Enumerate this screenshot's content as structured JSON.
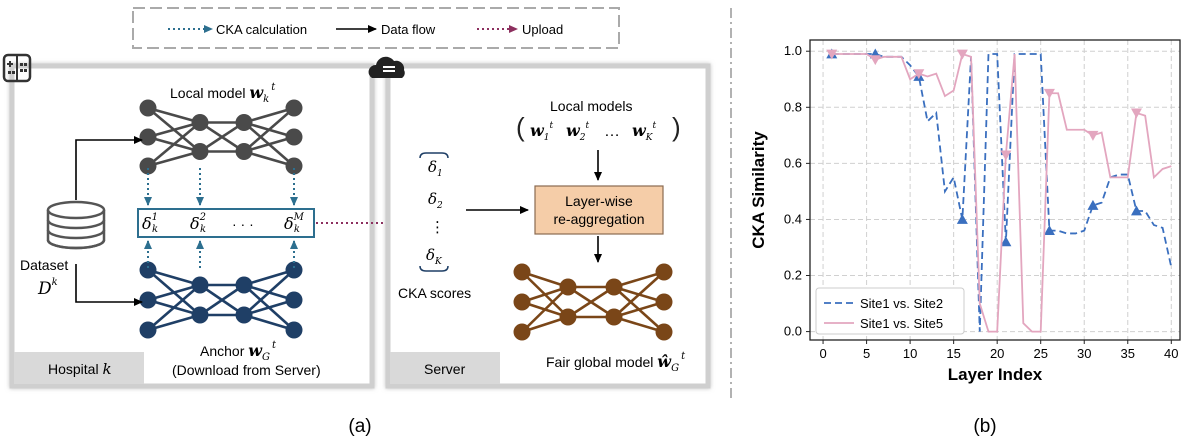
{
  "legend": {
    "cka": "CKA calculation",
    "flow": "Data flow",
    "upload": "Upload"
  },
  "hospital": {
    "local_model": "Local model",
    "local_model_sym": "w",
    "local_model_sub": "k",
    "local_model_sup": "t",
    "delta_1": "δ",
    "delta_2": "δ",
    "delta_m": "δ",
    "delta_sub": "k",
    "delta_sup_1": "1",
    "delta_sup_2": "2",
    "delta_sup_m": "M",
    "dots": "· · ·",
    "dataset_label": "Dataset",
    "dataset_sym": "D",
    "dataset_sup": "k",
    "anchor_label": "Anchor",
    "anchor_sym": "w",
    "anchor_sub": "G",
    "anchor_sup": "t",
    "download_label": "(Download from Server)",
    "tab_label": "Hospital",
    "tab_sym": "k"
  },
  "server": {
    "local_models": "Local models",
    "w1": "w",
    "w1_sub": "1",
    "w2": "w",
    "w2_sub": "2",
    "wk": "w",
    "wk_sub": "K",
    "w_sup": "t",
    "w_dots": "…",
    "delta_1_sub": "1",
    "delta_2_sub": "2",
    "delta_k_sub": "K",
    "delta": "δ",
    "vdots": "⋮",
    "cka_scores": "CKA scores",
    "aggregation_line1": "Layer-wise",
    "aggregation_line2": "re-aggregation",
    "fair_label": "Fair global model",
    "fair_sym": "ŵ",
    "fair_sub": "G",
    "fair_sup": "t",
    "tab_label": "Server"
  },
  "captions": {
    "a": "(a)",
    "b": "(b)"
  },
  "colors": {
    "gray_net": "#4a4a4a",
    "blue_net": "#1f3f66",
    "brown_net": "#7a4618",
    "cka_arrow": "#2d6f8f",
    "upload_arrow": "#8c2f5e",
    "agg_box": "#f5cda8",
    "site2": "#3a6fbf",
    "site5": "#e3a6bf"
  },
  "chart_data": {
    "type": "line",
    "xlabel": "Layer Index",
    "ylabel": "CKA Similarity",
    "xlim": [
      -1.5,
      41
    ],
    "ylim": [
      -0.03,
      1.04
    ],
    "xticks": [
      0,
      5,
      10,
      15,
      20,
      25,
      30,
      35,
      40
    ],
    "yticks": [
      0.0,
      0.2,
      0.4,
      0.6,
      0.8,
      1.0
    ],
    "grid": true,
    "legend_position": "bottom-left",
    "series": [
      {
        "name": "Site1 vs. Site2",
        "style": "dashed",
        "marker": "triangle-up",
        "marker_every": 5,
        "x": [
          1,
          2,
          3,
          4,
          5,
          6,
          7,
          8,
          9,
          10,
          11,
          12,
          13,
          14,
          15,
          16,
          17,
          18,
          19,
          20,
          21,
          22,
          23,
          24,
          25,
          26,
          27,
          28,
          29,
          30,
          31,
          32,
          33,
          34,
          35,
          36,
          37,
          38,
          39,
          40
        ],
        "y": [
          0.99,
          0.99,
          0.99,
          0.99,
          0.99,
          0.99,
          0.98,
          0.98,
          0.98,
          0.95,
          0.91,
          0.75,
          0.78,
          0.5,
          0.55,
          0.4,
          0.98,
          0.0,
          0.99,
          0.99,
          0.32,
          0.99,
          0.99,
          0.99,
          0.99,
          0.36,
          0.36,
          0.35,
          0.35,
          0.36,
          0.45,
          0.46,
          0.55,
          0.56,
          0.56,
          0.43,
          0.43,
          0.38,
          0.37,
          0.23
        ]
      },
      {
        "name": "Site1 vs. Site5",
        "style": "solid",
        "marker": "triangle-down",
        "marker_every": 5,
        "x": [
          1,
          2,
          3,
          4,
          5,
          6,
          7,
          8,
          9,
          10,
          11,
          12,
          13,
          14,
          15,
          16,
          17,
          18,
          19,
          20,
          21,
          22,
          23,
          24,
          25,
          26,
          27,
          28,
          29,
          30,
          31,
          32,
          33,
          34,
          35,
          36,
          37,
          38,
          39,
          40
        ],
        "y": [
          0.99,
          0.99,
          0.99,
          0.99,
          0.99,
          0.97,
          0.98,
          0.98,
          0.98,
          0.9,
          0.92,
          0.91,
          0.92,
          0.84,
          0.86,
          0.99,
          0.98,
          0.1,
          0.0,
          0.0,
          0.63,
          0.99,
          0.03,
          0.0,
          0.0,
          0.85,
          0.85,
          0.72,
          0.72,
          0.72,
          0.7,
          0.71,
          0.55,
          0.55,
          0.55,
          0.78,
          0.77,
          0.55,
          0.58,
          0.59
        ]
      }
    ]
  }
}
